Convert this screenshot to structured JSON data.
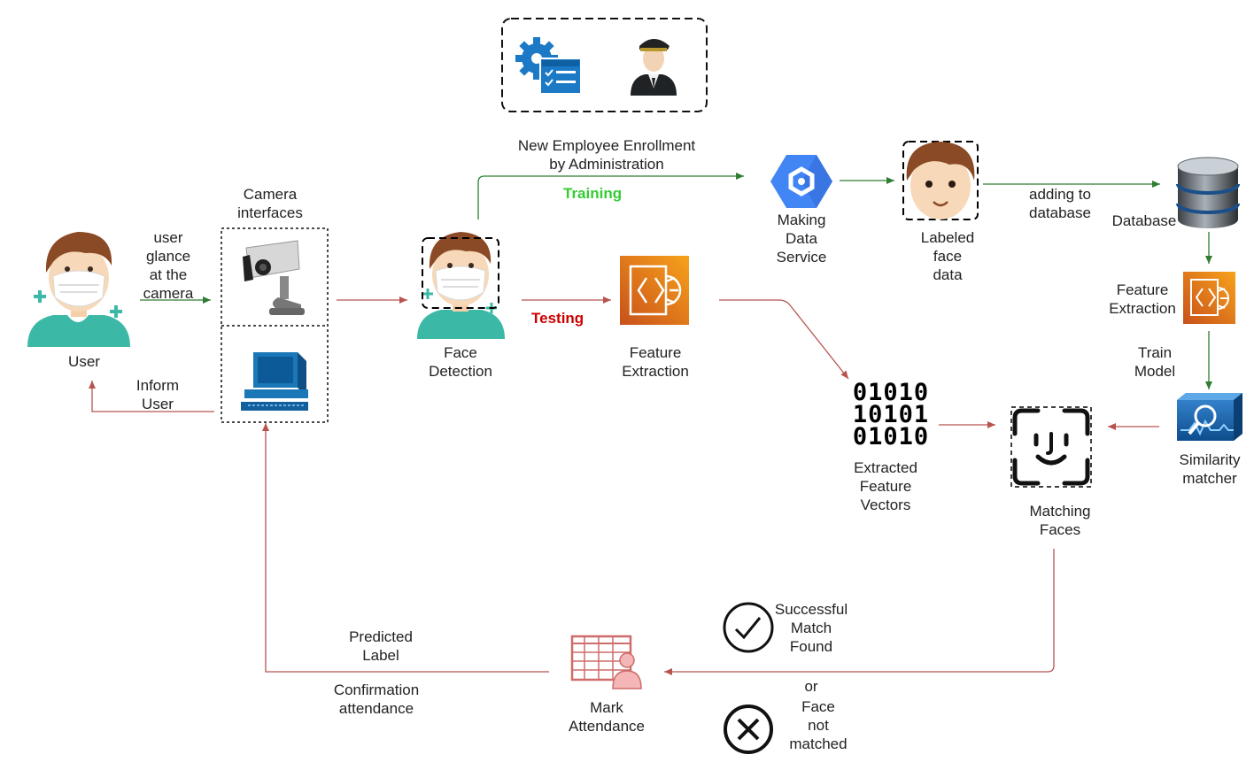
{
  "labels": {
    "user": "User",
    "user_glance": "user\nglance\nat the\ncamera",
    "camera_interfaces": "Camera\ninterfaces",
    "inform_user": "Inform\nUser",
    "new_employee": "New Employee Enrollment\nby Administration",
    "training": "Training",
    "testing": "Testing",
    "face_detection": "Face\nDetection",
    "feature_extraction": "Feature\nExtraction",
    "making_data_service": "Making\nData\nService",
    "labeled_face_data": "Labeled\nface\ndata",
    "adding_to_database": "adding to\ndatabase",
    "database": "Database",
    "feature_extraction_right": "Feature\nExtraction",
    "train_model": "Train\nModel",
    "similarity_matcher": "Similarity\nmatcher",
    "extracted_feature_vectors": "Extracted\nFeature\nVectors",
    "binary_digits": "01010\n10101\n01010",
    "matching_faces": "Matching\nFaces",
    "successful_match": "Successful\nMatch\nFound",
    "or": "or",
    "face_not_matched": "Face\nnot\nmatched",
    "mark_attendance": "Mark\nAttendance",
    "predicted_label": "Predicted\nLabel",
    "confirmation_attendance": "Confirmation\nattendance"
  },
  "colors": {
    "training_arrow": "#2e7d32",
    "testing_arrow": "#b85450",
    "training_text": "#33cc33",
    "testing_text": "#cc0000",
    "aws_orange": "#e8731c",
    "gcp_blue": "#4285f4",
    "teal": "#3cb9a6"
  },
  "icons": [
    "user-masked-icon",
    "cctv-camera-icon",
    "computer-icon",
    "face-detection-icon",
    "feature-extraction-icon",
    "data-service-icon",
    "labeled-face-icon",
    "database-icon",
    "similarity-matcher-icon",
    "binary-vector-icon",
    "face-id-icon",
    "check-circle-icon",
    "x-circle-icon",
    "attendance-table-icon",
    "settings-list-icon",
    "administrator-icon"
  ]
}
